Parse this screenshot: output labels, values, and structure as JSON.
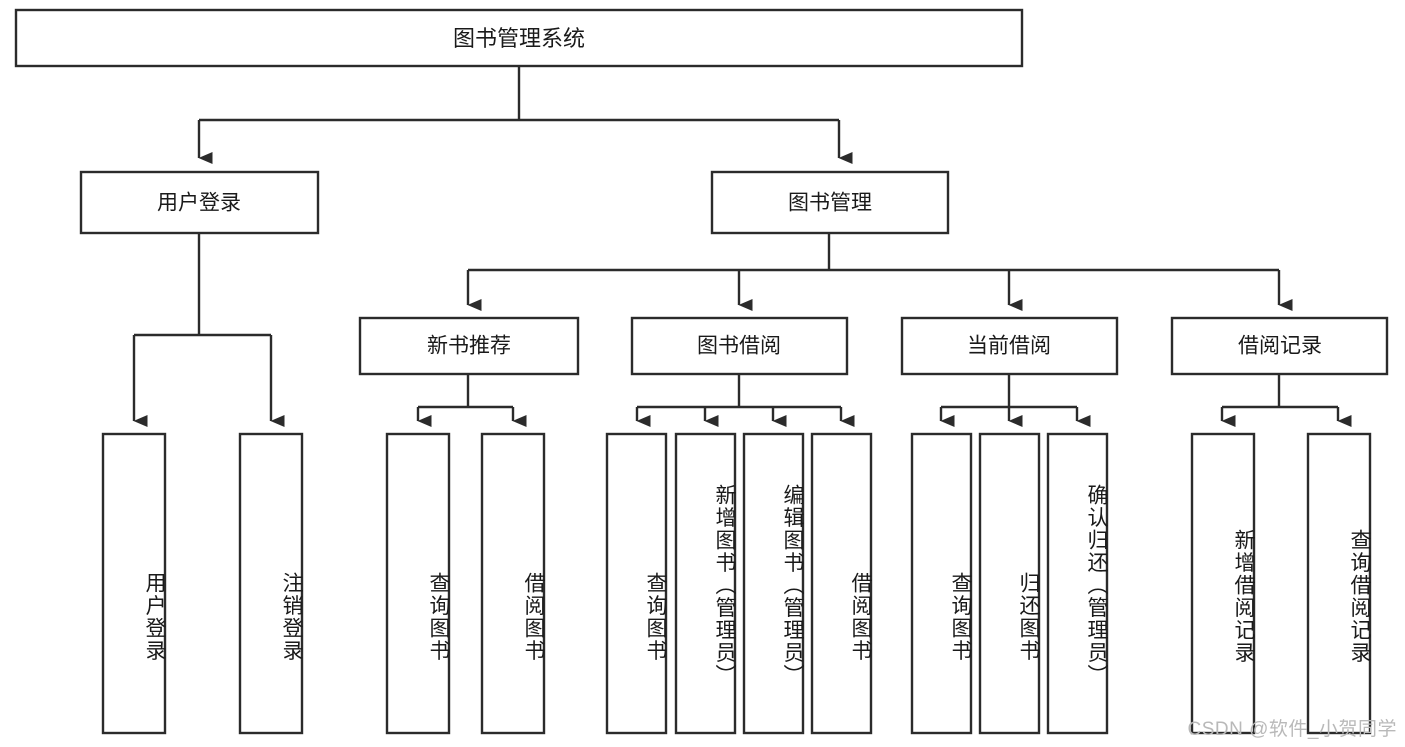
{
  "diagram": {
    "type": "tree-hierarchy-chart",
    "root": {
      "id": "root",
      "label": "图书管理系统"
    },
    "level1": [
      {
        "id": "user-login",
        "label": "用户登录"
      },
      {
        "id": "book-manage",
        "label": "图书管理"
      }
    ],
    "level2": [
      {
        "id": "new-book-rec",
        "label": "新书推荐",
        "parent": "book-manage"
      },
      {
        "id": "book-borrow",
        "label": "图书借阅",
        "parent": "book-manage"
      },
      {
        "id": "current-borrow",
        "label": "当前借阅",
        "parent": "book-manage"
      },
      {
        "id": "borrow-record",
        "label": "借阅记录",
        "parent": "book-manage"
      }
    ],
    "leaves": [
      {
        "id": "leaf-user-login",
        "label": "用户登录",
        "parent": "user-login"
      },
      {
        "id": "leaf-user-logout",
        "label": "注销登录",
        "parent": "user-login"
      },
      {
        "id": "leaf-query-book-1",
        "label": "查询图书",
        "parent": "new-book-rec"
      },
      {
        "id": "leaf-borrow-book-1",
        "label": "借阅图书",
        "parent": "new-book-rec"
      },
      {
        "id": "leaf-query-book-2",
        "label": "查询图书",
        "parent": "book-borrow"
      },
      {
        "id": "leaf-add-book",
        "label": "新增图书（管理员）",
        "parent": "book-borrow"
      },
      {
        "id": "leaf-edit-book",
        "label": "编辑图书（管理员）",
        "parent": "book-borrow"
      },
      {
        "id": "leaf-borrow-book-2",
        "label": "借阅图书",
        "parent": "book-borrow"
      },
      {
        "id": "leaf-query-book-3",
        "label": "查询图书",
        "parent": "current-borrow"
      },
      {
        "id": "leaf-return-book",
        "label": "归还图书",
        "parent": "current-borrow"
      },
      {
        "id": "leaf-confirm-return",
        "label": "确认归还（管理员）",
        "parent": "current-borrow"
      },
      {
        "id": "leaf-add-record",
        "label": "新增借阅记录",
        "parent": "borrow-record"
      },
      {
        "id": "leaf-query-record",
        "label": "查询借阅记录",
        "parent": "borrow-record"
      }
    ],
    "colors": {
      "stroke": "#2b2b2b",
      "fill": "#ffffff",
      "text": "#1a1a1a",
      "watermark": "#b9b9b9"
    }
  },
  "watermark": {
    "text": "CSDN @软件_小贺同学"
  }
}
